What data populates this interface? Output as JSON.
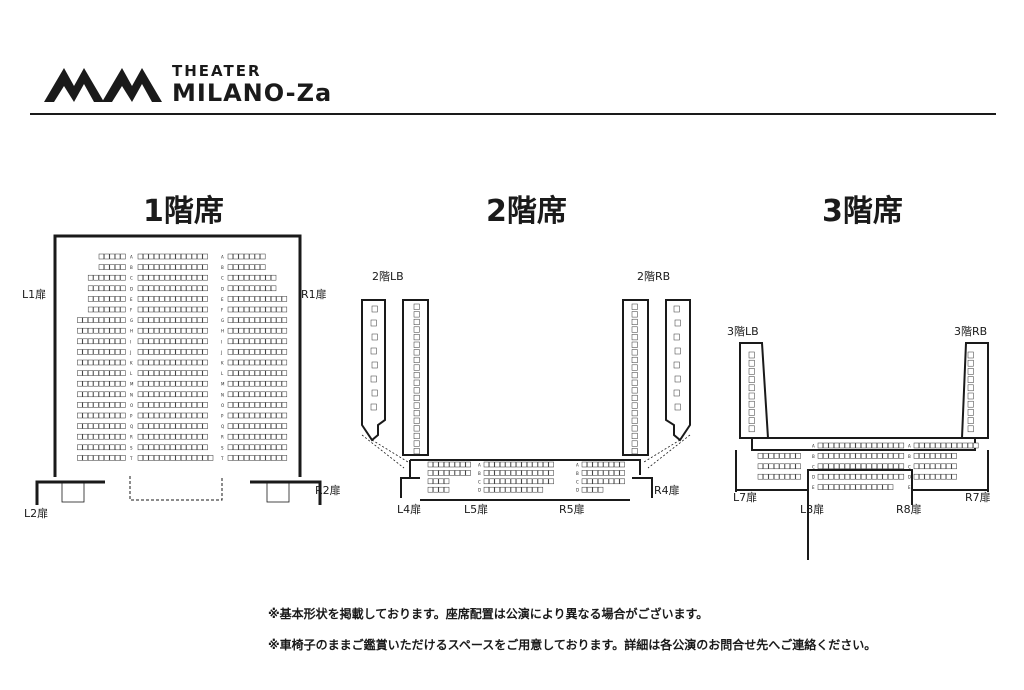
{
  "header": {
    "logo_line1": "THEATER",
    "logo_line2": "MILANO-Za"
  },
  "floors": {
    "f1": {
      "title": "1階席"
    },
    "f2": {
      "title": "2階席"
    },
    "f3": {
      "title": "3階席"
    }
  },
  "sections": {
    "lb2": "2階LB",
    "rb2": "2階RB",
    "lb3": "3階LB",
    "rb3": "3階RB"
  },
  "doors": {
    "l1": "L1扉",
    "r1": "R1扉",
    "l2": "L2扉",
    "r2": "R2扉",
    "l4": "L4扉",
    "l5": "L5扉",
    "r5": "R5扉",
    "r4": "R4扉",
    "l7": "L7扉",
    "l8": "L8扉",
    "r8": "R8扉",
    "r7": "R7扉"
  },
  "rows": {
    "floor1": [
      "A",
      "B",
      "C",
      "D",
      "E",
      "F",
      "G",
      "H",
      "I",
      "J",
      "K",
      "L",
      "M",
      "N",
      "O",
      "P",
      "Q",
      "R",
      "S",
      "T"
    ],
    "floor2": [
      "A",
      "B",
      "C",
      "D"
    ],
    "floor3": [
      "A",
      "B",
      "C",
      "D",
      "E"
    ]
  },
  "notes": {
    "line1": "※基本形状を掲載しております。座席配置は公演により異なる場合がございます。",
    "line2": "※車椅子のままご鑑賞いただけるスペースをご用意しております。詳細は各公演のお問合せ先へご連絡ください。"
  },
  "colors": {
    "ink": "#1a1a1a",
    "seat": "#ffffff"
  }
}
